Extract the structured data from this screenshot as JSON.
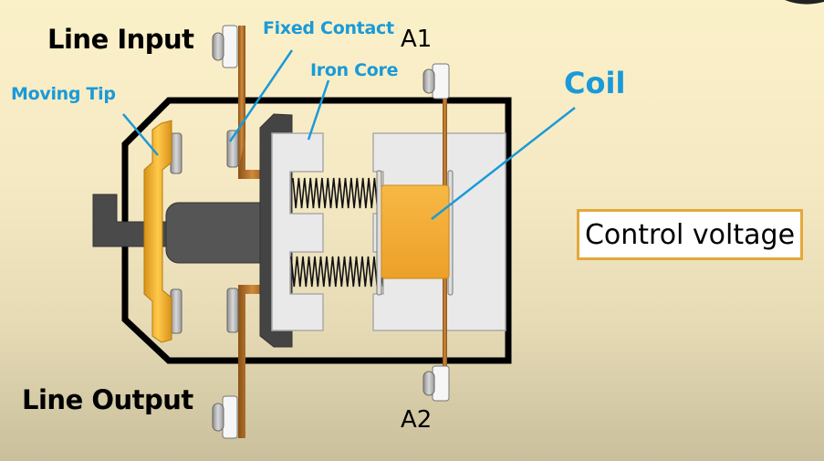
{
  "title": "Contactor internal structure",
  "labels": {
    "line_input": "Line Input",
    "line_output": "Line Output",
    "fixed_contact": "Fixed Contact",
    "iron_core": "Iron Core",
    "moving_tip": "Moving Tip",
    "coil": "Coil",
    "terminal_a1": "A1",
    "terminal_a2": "A2",
    "control_voltage": "Control voltage"
  },
  "colors": {
    "callout_blue": "#1a9ad8",
    "copper": "#b8732a",
    "moving_tip_gold": "#f4b334",
    "coil_orange": "#f5ac30",
    "armature_dark": "#4a4a4a",
    "core_light": "#e6e6e6",
    "housing_outline": "#000000",
    "control_box_border": "#e3a83c"
  }
}
